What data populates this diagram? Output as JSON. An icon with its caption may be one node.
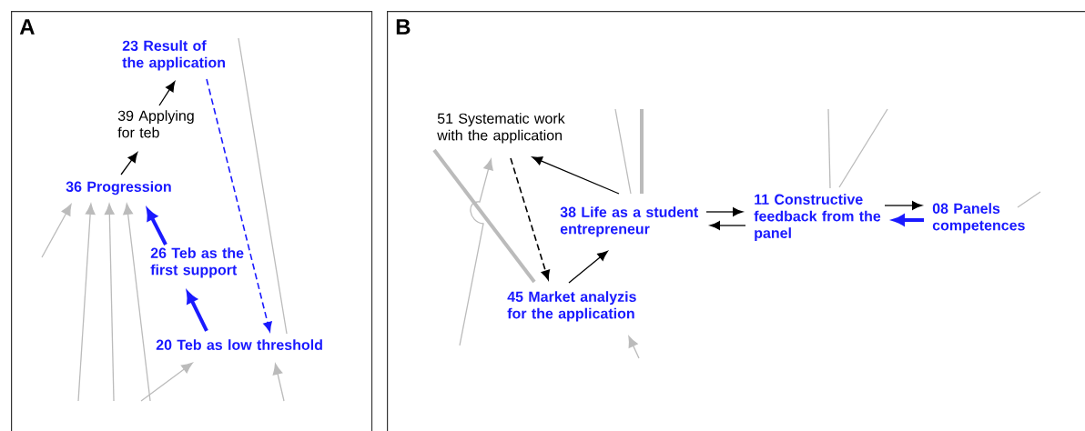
{
  "diagram": {
    "nodes": [
      {
        "text": [
          "A"
        ]
      },
      {
        "text": [
          "23 Result of the application"
        ],
        "in": 0
      },
      {
        "text": [
          "39 Applying for teb"
        ],
        "in": 0
      },
      {
        "text": [
          "36 Progression"
        ],
        "in": 0
      },
      {
        "text": [
          "26 Teb as the first support"
        ],
        "in": 0
      },
      {
        "text": [
          "20 Teb as low threshold"
        ],
        "in": 0
      },
      {
        "text": [
          "B"
        ]
      },
      {
        "text": [
          "51 Systematic work with the application"
        ],
        "in": 6
      },
      {
        "text": [
          "38 Life as a student entrepreneur"
        ],
        "in": 6
      },
      {
        "text": [
          "11 Constructive feedback from the panel"
        ],
        "in": 6
      },
      {
        "text": [
          "08 Panels competences"
        ],
        "in": 6
      },
      {
        "text": [
          "45 Market analyzis for the application"
        ],
        "in": 6
      }
    ],
    "edges": [
      {
        "from": 3,
        "to": 2,
        "arrow": "to",
        "color": "#000000"
      },
      {
        "from": 2,
        "to": 1,
        "arrow": "to",
        "color": "#000000"
      },
      {
        "from": 4,
        "to": 3,
        "arrow": "to",
        "style": "thick",
        "color": "#1a1aff"
      },
      {
        "from": 5,
        "to": 4,
        "arrow": "to",
        "style": "thick",
        "color": "#1a1aff"
      },
      {
        "from": 1,
        "to": 5,
        "arrow": "to",
        "style": "dashed",
        "color": "#1a1aff"
      },
      {
        "from": null,
        "to": 3,
        "arrow": "to"
      },
      {
        "from": null,
        "to": 3,
        "arrow": "to"
      },
      {
        "from": null,
        "to": 3,
        "arrow": "to"
      },
      {
        "from": null,
        "to": 3,
        "arrow": "to"
      },
      {
        "from": null,
        "to": 5,
        "arrow": "to"
      },
      {
        "from": null,
        "to": 5,
        "arrow": "to"
      },
      {
        "from": 1,
        "to": 5,
        "arrow": "none"
      },
      {
        "from": 8,
        "to": 7,
        "arrow": "to",
        "color": "#000000"
      },
      {
        "from": 7,
        "to": 11,
        "arrow": "to",
        "style": "dashed",
        "color": "#000000"
      },
      {
        "from": 11,
        "to": 8,
        "arrow": "to",
        "color": "#000000"
      },
      {
        "from": 8,
        "to": 9,
        "arrow": "to",
        "color": "#000000"
      },
      {
        "from": 9,
        "to": 8,
        "arrow": "to",
        "color": "#000000"
      },
      {
        "from": 9,
        "to": 10,
        "arrow": "to",
        "color": "#000000"
      },
      {
        "from": 10,
        "to": 9,
        "arrow": "to",
        "style": "thick",
        "color": "#1a1aff"
      },
      {
        "from": null,
        "to": 7,
        "arrow": "to"
      },
      {
        "from": 7,
        "to": 11,
        "arrow": "none",
        "style": "thick"
      },
      {
        "from": null,
        "to": 8,
        "arrow": "none"
      },
      {
        "from": null,
        "to": 8,
        "arrow": "none",
        "style": "thick"
      },
      {
        "from": null,
        "to": 9,
        "arrow": "none"
      },
      {
        "from": null,
        "to": 9,
        "arrow": "none"
      },
      {
        "from": null,
        "to": 10,
        "arrow": "none"
      },
      {
        "from": null,
        "to": 11,
        "arrow": "to"
      }
    ]
  }
}
